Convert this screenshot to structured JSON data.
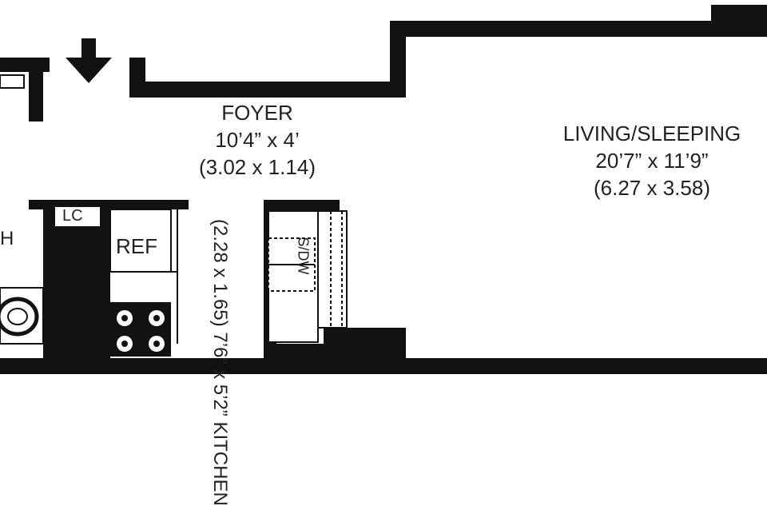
{
  "rooms": {
    "foyer": {
      "name": "FOYER",
      "dimensions": "10’4” x 4’",
      "metric": "(3.02 x 1.14)"
    },
    "living": {
      "name": "LIVING/SLEEPING",
      "dimensions": "20’7” x 11’9”",
      "metric": "(6.27 x 3.58)"
    },
    "kitchen": {
      "name": "KITCHEN",
      "dimensions": "7’6” x 5’2”",
      "metric": "(2.28 x 1.65)"
    }
  },
  "fixtures": {
    "ref": "REF",
    "lc": "LC",
    "sdw": "S/DW"
  },
  "partial_text": {
    "left_edge_letter": "H"
  },
  "icons": {
    "entry_arrow": "arrow-down-icon",
    "stove": "stove-icon",
    "sink": "sink-icon"
  },
  "colors": {
    "wall": "#111111",
    "ink": "#222222",
    "background": "#ffffff"
  }
}
